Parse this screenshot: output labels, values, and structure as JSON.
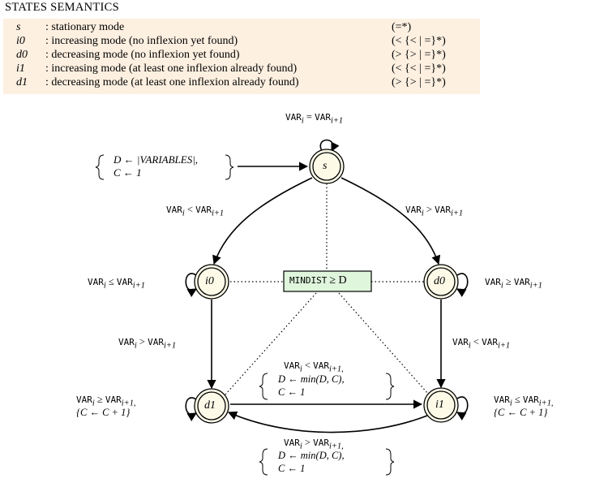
{
  "legend": {
    "title": "STATES SEMANTICS",
    "rows": [
      {
        "symbol": "s",
        "desc": ": stationary mode",
        "pattern": "(=*)"
      },
      {
        "symbol": "i0",
        "desc": ": increasing mode (no inflexion yet found)",
        "pattern": "(< {< | =}*)"
      },
      {
        "symbol": "d0",
        "desc": ": decreasing mode (no inflexion yet found)",
        "pattern": "(> {> | =}*)"
      },
      {
        "symbol": "i1",
        "desc": ": increasing mode (at least one inflexion already found)",
        "pattern": "(< {< | =}*)"
      },
      {
        "symbol": "d1",
        "desc": ": decreasing mode (at least one inflexion already found)",
        "pattern": "(> {> | =}*)"
      }
    ]
  },
  "states": {
    "s": "s",
    "i0": "i0",
    "d0": "d0",
    "d1": "d1",
    "i1": "i1"
  },
  "center_box": {
    "mono": "MINDIST",
    "rest": "≥ D"
  },
  "init": {
    "line1": "D ← |VARIABLES|,",
    "line2": "C ← 1"
  },
  "transitions": {
    "s_loop": {
      "left": "VAR",
      "sub1": "i",
      "op": " = ",
      "right": "VAR",
      "sub2": "i+1"
    },
    "s_i0": {
      "left": "VAR",
      "sub1": "i",
      "op": " < ",
      "right": "VAR",
      "sub2": "i+1"
    },
    "s_d0": {
      "left": "VAR",
      "sub1": "i",
      "op": " > ",
      "right": "VAR",
      "sub2": "i+1"
    },
    "i0_loop": {
      "left": "VAR",
      "sub1": "i",
      "op": " ≤ ",
      "right": "VAR",
      "sub2": "i+1"
    },
    "d0_loop": {
      "left": "VAR",
      "sub1": "i",
      "op": " ≥ ",
      "right": "VAR",
      "sub2": "i+1"
    },
    "i0_d1": {
      "left": "VAR",
      "sub1": "i",
      "op": " > ",
      "right": "VAR",
      "sub2": "i+1"
    },
    "d0_i1": {
      "left": "VAR",
      "sub1": "i",
      "op": " < ",
      "right": "VAR",
      "sub2": "i+1"
    },
    "d1_loop": {
      "left": "VAR",
      "sub1": "i",
      "op": " ≥ ",
      "right": "VAR",
      "sub2": "i+1,",
      "extra": "{C ← C + 1}"
    },
    "i1_loop": {
      "left": "VAR",
      "sub1": "i",
      "op": " ≤ ",
      "right": "VAR",
      "sub2": "i+1,",
      "extra": "{C ← C + 1}"
    },
    "d1_i1": {
      "left": "VAR",
      "sub1": "i",
      "op": " < ",
      "right": "VAR",
      "sub2": "i+1,",
      "line2": "D ← min(D, C),",
      "line3": "C ← 1"
    },
    "i1_d1": {
      "left": "VAR",
      "sub1": "i",
      "op": " > ",
      "right": "VAR",
      "sub2": "i+1,",
      "line2": "D ← min(D, C),",
      "line3": "C ← 1"
    }
  }
}
